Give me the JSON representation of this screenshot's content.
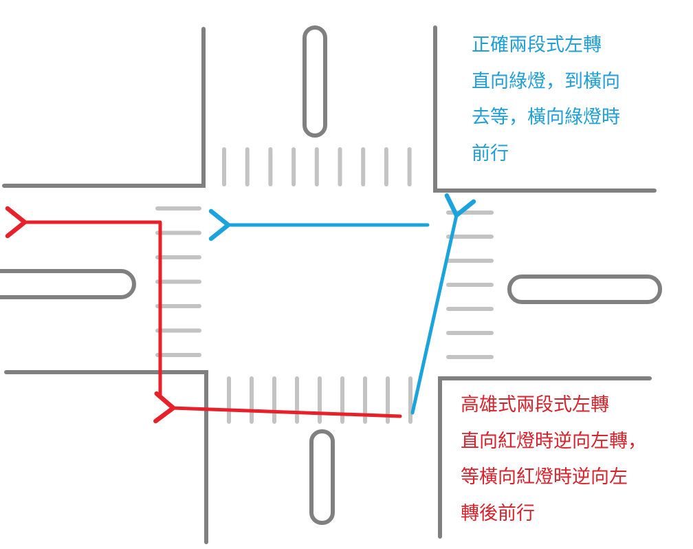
{
  "colors": {
    "road": "#808080",
    "crosswalk": "#c3c3c3",
    "correct": "#1aa3dc",
    "kaohsiung": "#e8202a"
  },
  "correct_note": {
    "lines": [
      "正確兩段式左轉",
      "直向綠燈，到橫向",
      "去等，橫向綠燈時",
      "前行"
    ]
  },
  "kaohsiung_note": {
    "lines": [
      "高雄式兩段式左轉",
      "直向紅燈時逆向左轉，",
      "等橫向紅燈時逆向左",
      "轉後前行"
    ]
  }
}
